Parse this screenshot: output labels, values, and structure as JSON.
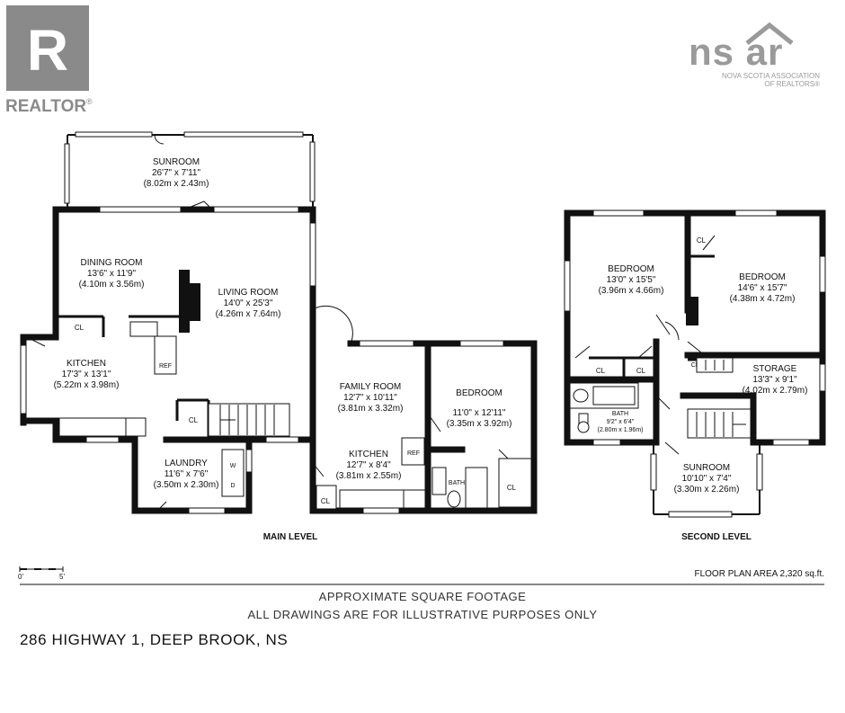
{
  "brand": {
    "realtor_word": "REALTOR",
    "realtor_mark": "®",
    "nsar_logo_text": "ns ar",
    "nsar_line1": "NOVA SCOTIA ASSOCIATION",
    "nsar_line2": "OF REALTORS®"
  },
  "main_level": {
    "label": "MAIN LEVEL",
    "rooms": [
      {
        "name": "SUNROOM",
        "imperial": "26'7\" x 7'11\"",
        "metric": "(8.02m x 2.43m)"
      },
      {
        "name": "DINING ROOM",
        "imperial": "13'6\" x 11'9\"",
        "metric": "(4.10m x 3.56m)"
      },
      {
        "name": "LIVING ROOM",
        "imperial": "14'0\" x 25'3\"",
        "metric": "(4.26m x 7.64m)"
      },
      {
        "name": "KITCHEN",
        "imperial": "17'3\" x 13'1\"",
        "metric": "(5.22m x 3.98m)"
      },
      {
        "name": "FAMILY ROOM",
        "imperial": "12'7\" x 10'11\"",
        "metric": "(3.81m x 3.32m)"
      },
      {
        "name": "BEDROOM",
        "imperial": "11'0\" x 12'11\"",
        "metric": "(3.35m x 3.92m)"
      },
      {
        "name": "KITCHEN",
        "imperial": "12'7\" x 8'4\"",
        "metric": "(3.81m x 2.55m)"
      },
      {
        "name": "LAUNDRY",
        "imperial": "11'6\" x 7'6\"",
        "metric": "(3.50m x 2.30m)"
      }
    ],
    "tags": {
      "cl": "CL",
      "ref": "REF",
      "bath": "BATH",
      "washer": "W",
      "dryer": "D"
    }
  },
  "second_level": {
    "label": "SECOND LEVEL",
    "rooms": [
      {
        "name": "BEDROOM",
        "imperial": "13'0\" x 15'5\"",
        "metric": "(3.96m x 4.66m)"
      },
      {
        "name": "BEDROOM",
        "imperial": "14'6\" x 15'7\"",
        "metric": "(4.38m x 4.72m)"
      },
      {
        "name": "STORAGE",
        "imperial": "13'3\" x 9'1\"",
        "metric": "(4.02m x 2.79m)"
      },
      {
        "name": "BATH",
        "imperial": "9'2\" x 6'4\"",
        "metric": "(2.80m x 1.96m)"
      },
      {
        "name": "SUNROOM",
        "imperial": "10'10\" x 7'4\"",
        "metric": "(3.30m x 2.26m)"
      }
    ],
    "tags": {
      "cl": "CL",
      "cl_short": "Cl"
    }
  },
  "scale": {
    "zero": "0'",
    "five": "5'"
  },
  "floor_plan_area": "FLOOR PLAN AREA 2,320 sq.ft.",
  "notes": {
    "line1": "APPROXIMATE SQUARE FOOTAGE",
    "line2": "ALL DRAWINGS ARE FOR ILLUSTRATIVE PURPOSES ONLY"
  },
  "address": "286 HIGHWAY 1, DEEP BROOK, NS"
}
